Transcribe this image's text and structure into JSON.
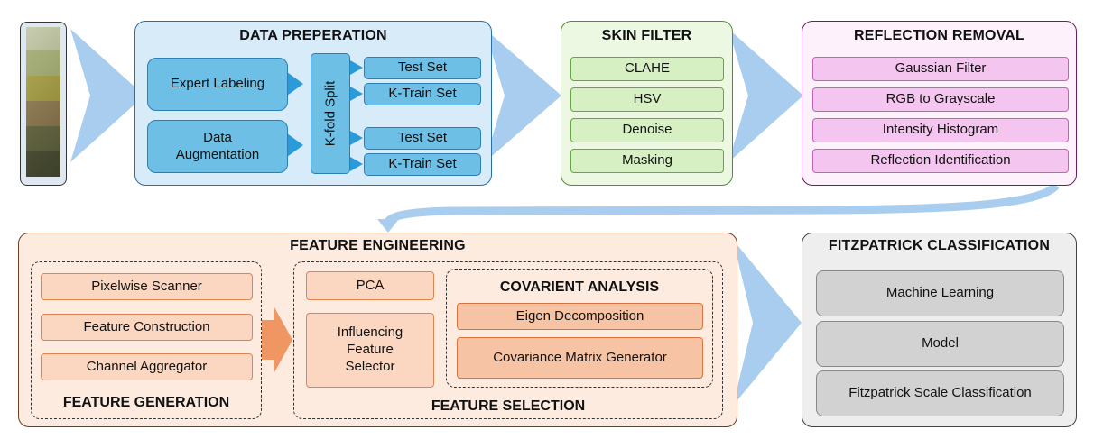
{
  "data_preparation": {
    "title": "DATA PREPERATION",
    "expert_labeling": "Expert Labeling",
    "data_augmentation": "Data Augmentation",
    "kfold_split": "K-fold Split",
    "test_set_1": "Test Set",
    "ktrain_set_1": "K-Train Set",
    "test_set_2": "Test Set",
    "ktrain_set_2": "K-Train Set"
  },
  "skin_filter": {
    "title": "SKIN FILTER",
    "steps": [
      "CLAHE",
      "HSV",
      "Denoise",
      "Masking"
    ]
  },
  "reflection_removal": {
    "title": "REFLECTION REMOVAL",
    "steps": [
      "Gaussian Filter",
      "RGB to Grayscale",
      "Intensity Histogram",
      "Reflection Identification"
    ]
  },
  "feature_engineering": {
    "title": "FEATURE ENGINEERING",
    "generation": {
      "title": "FEATURE GENERATION",
      "steps": [
        "Pixelwise Scanner",
        "Feature Construction",
        "Channel Aggregator"
      ]
    },
    "selection": {
      "title": "FEATURE SELECTION",
      "pca": "PCA",
      "influencing": "Influencing Feature Selector",
      "covariant": {
        "title": "COVARIENT ANALYSIS",
        "eigen": "Eigen Decomposition",
        "covariance": "Covariance Matrix Generator"
      }
    }
  },
  "fitzpatrick": {
    "title": "FITZPATRICK CLASSIFICATION",
    "steps": [
      "Machine Learning",
      "Model",
      "Fitzpatrick Scale Classification"
    ]
  },
  "colors": {
    "flow_arrow": "#a9cdee",
    "blue_panel": "#d8ebf8",
    "blue_box": "#6dbfe6",
    "green_panel": "#ecf8e2",
    "pink_panel": "#fdf1fb",
    "orange_panel": "#fdebe0",
    "gray_panel": "#eeeeee"
  }
}
